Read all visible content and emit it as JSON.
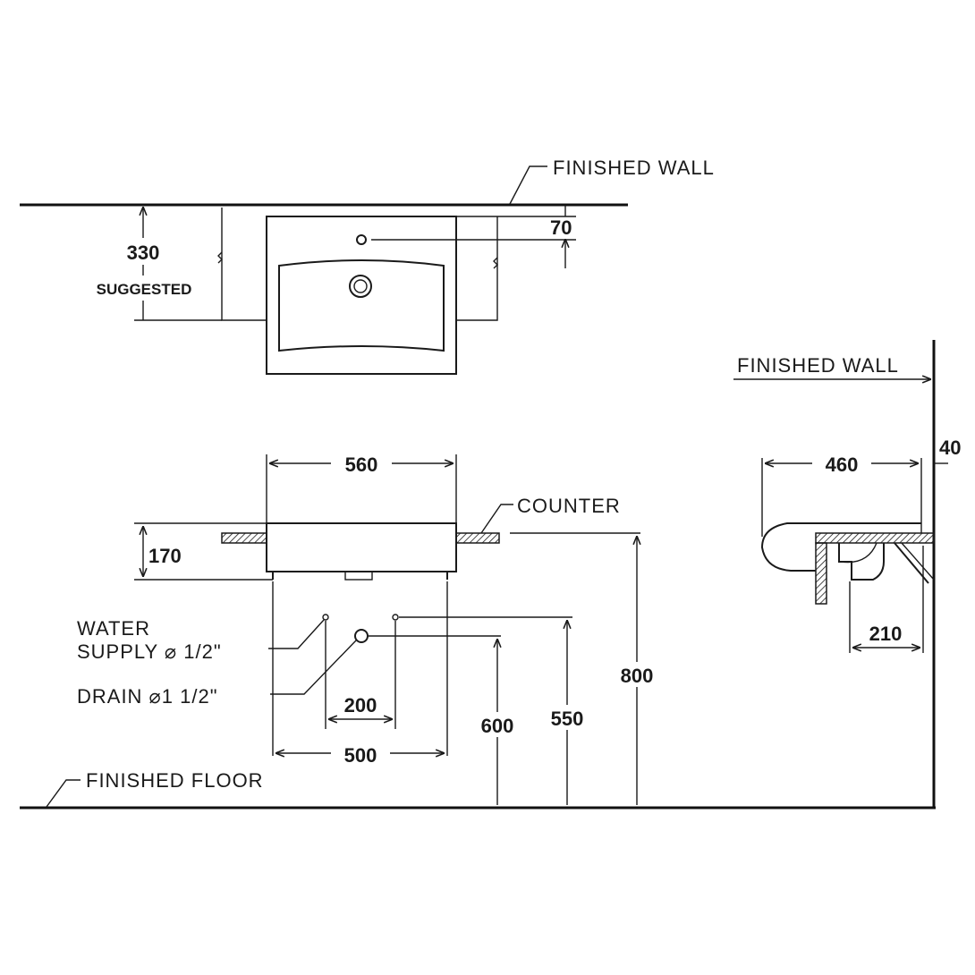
{
  "labels": {
    "finished_wall_top": "FINISHED  WALL",
    "finished_wall_side": "FINISHED  WALL",
    "counter": "COUNTER",
    "water_supply_line1": "WATER",
    "water_supply_line2": "SUPPLY ⌀ 1/2\"",
    "drain": "DRAIN ⌀1  1/2\"",
    "finished_floor": "FINISHED  FLOOR",
    "suggested": "SUGGESTED"
  },
  "dimensions": {
    "d330": "330",
    "d70": "70",
    "d560": "560",
    "d170": "170",
    "d200": "200",
    "d500": "500",
    "d600": "600",
    "d550": "550",
    "d800": "800",
    "d460": "460",
    "d40": "40",
    "d210": "210"
  }
}
